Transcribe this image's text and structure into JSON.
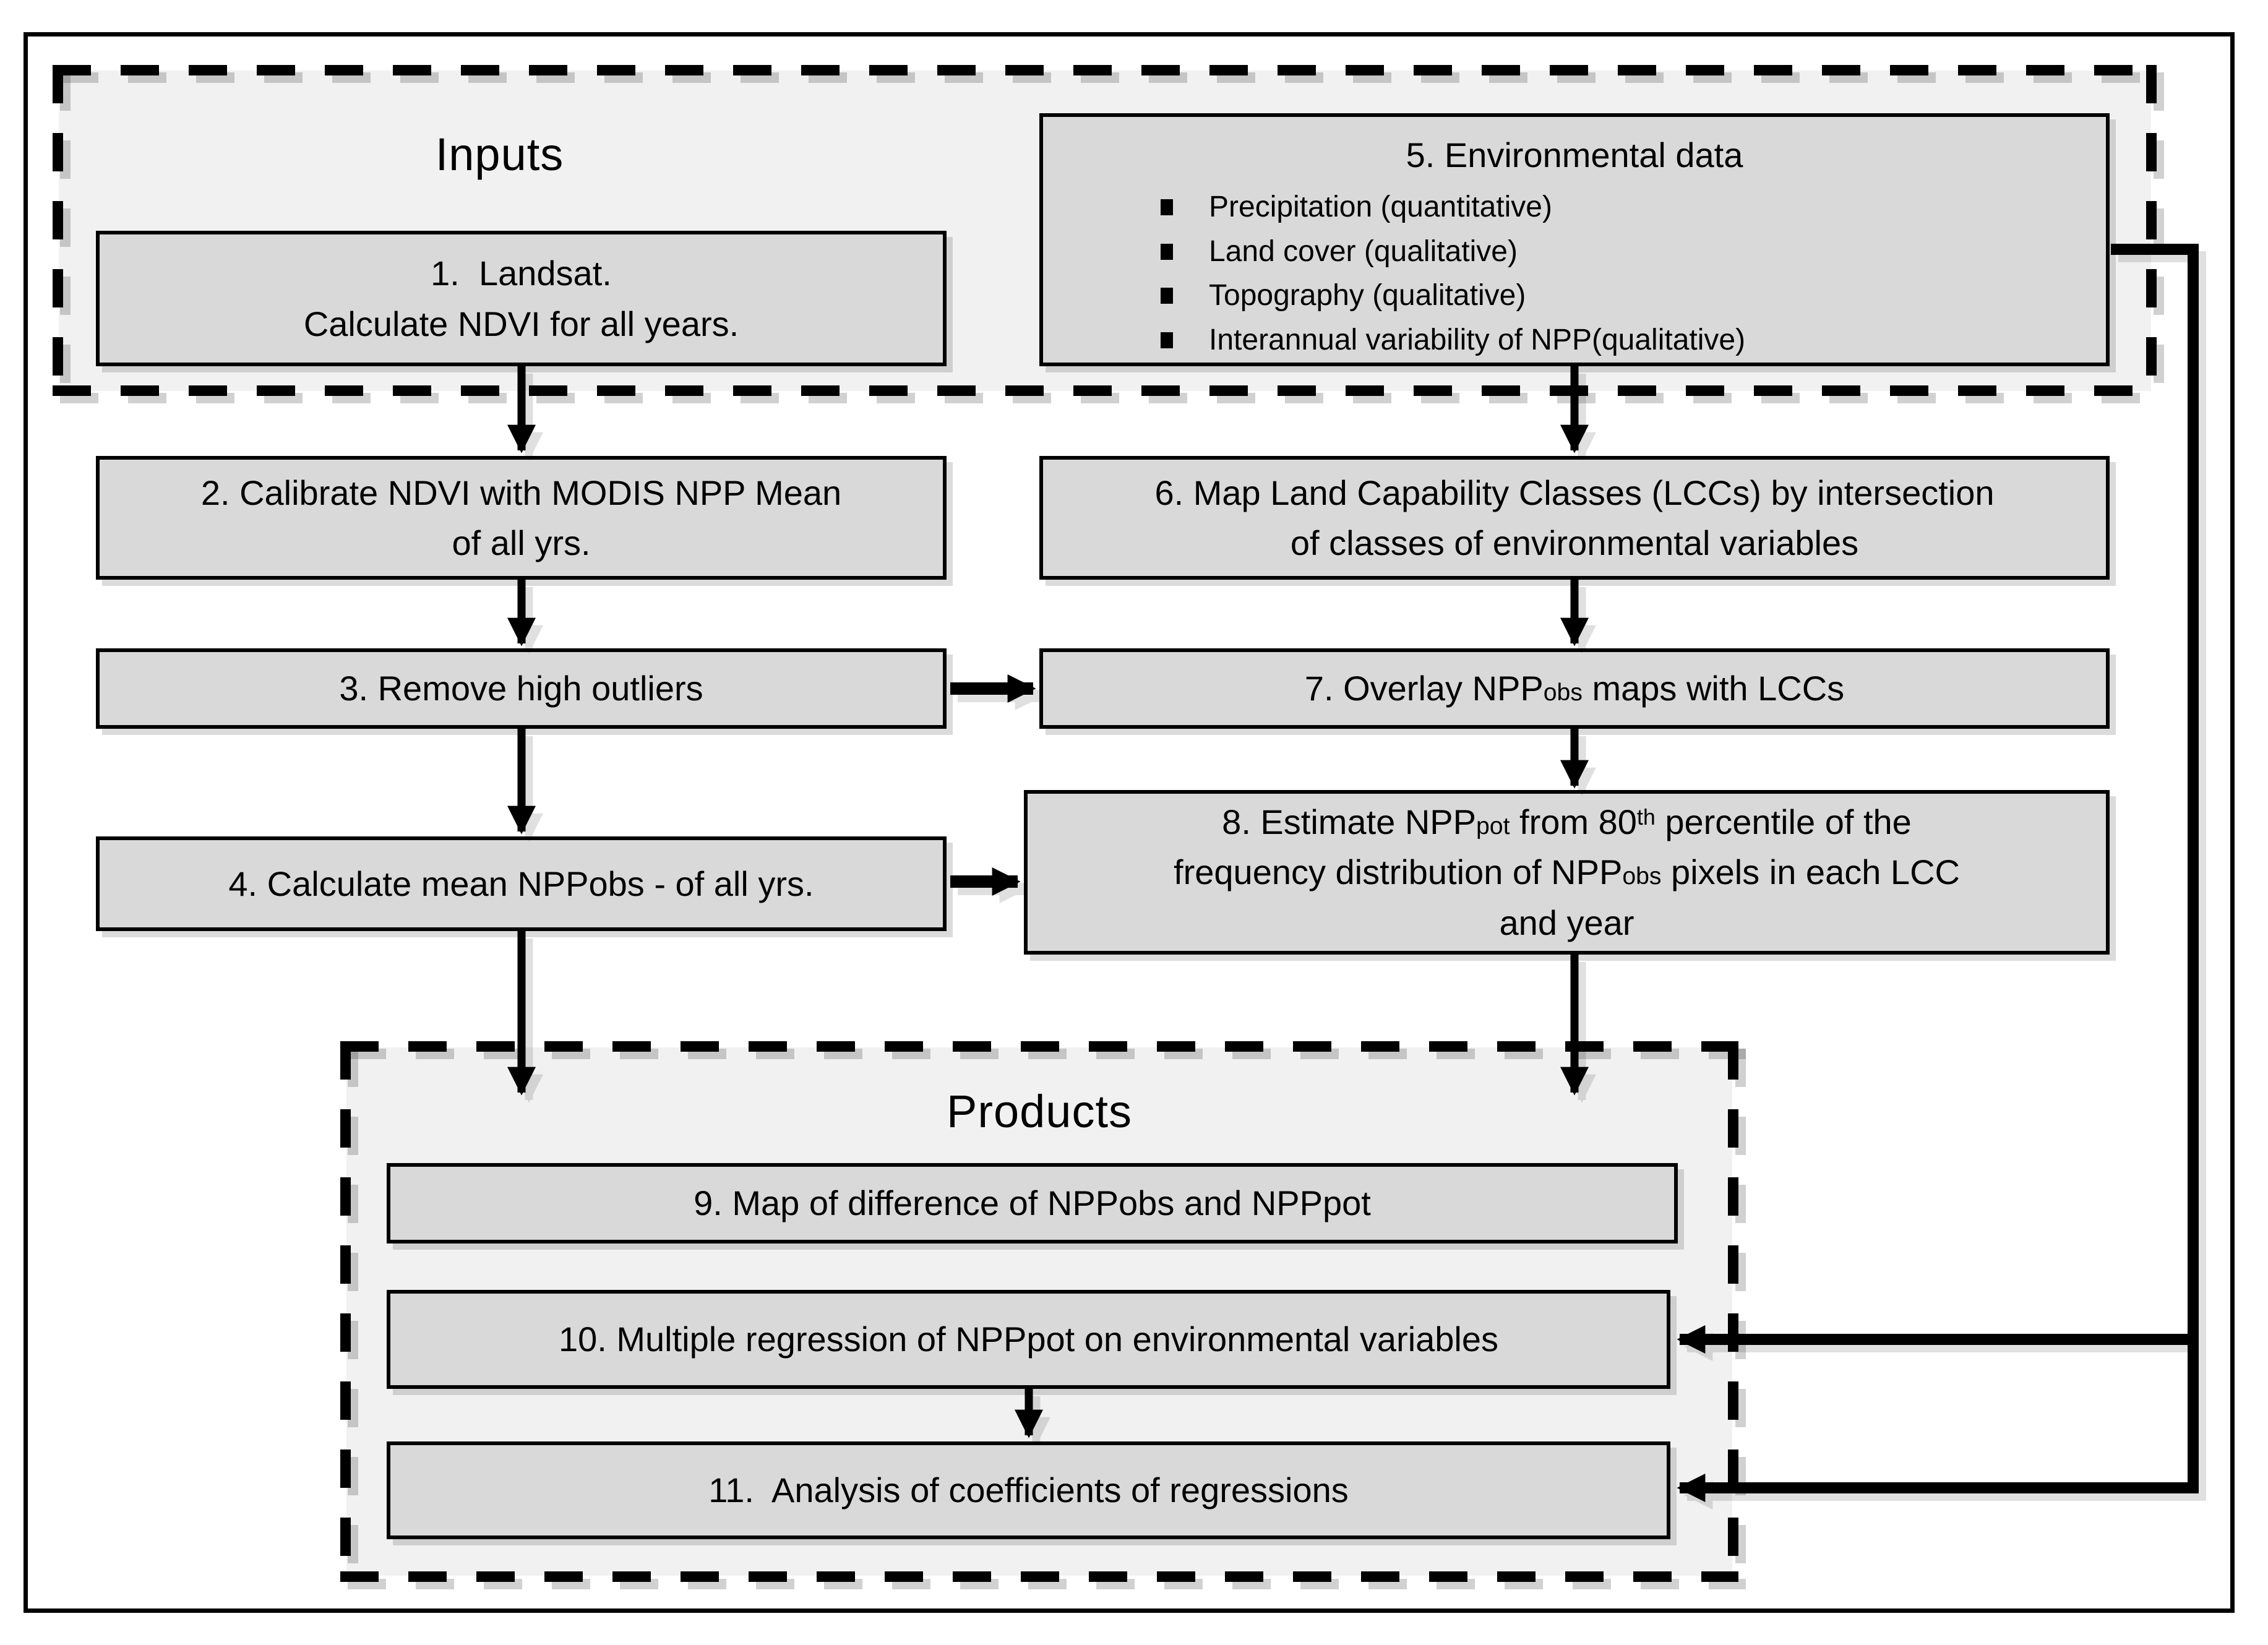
{
  "diagram": {
    "type": "flowchart",
    "colors": {
      "box_fill": "#d9d9d9",
      "section_fill": "#f1f1f1",
      "line_color": "#000000",
      "page_background": "#ffffff"
    },
    "inputs": {
      "title": "Inputs"
    },
    "products": {
      "title": "Products"
    },
    "boxes": {
      "box1": {
        "line1": "1.  Landsat.",
        "line2": "Calculate NDVI for all years."
      },
      "box2": {
        "line1": "2. Calibrate NDVI with MODIS NPP Mean",
        "line2": "of all yrs."
      },
      "box3": {
        "text": "3. Remove high outliers"
      },
      "box4": {
        "text": "4. Calculate mean NPPobs - of all yrs."
      },
      "box5": {
        "title": "5. Environmental data",
        "bullets": [
          "Precipitation (quantitative)",
          "Land cover (qualitative)",
          "Topography (qualitative)",
          "Interannual variability of NPP(qualitative)"
        ]
      },
      "box6": {
        "line1": "6. Map Land Capability Classes (LCCs) by intersection",
        "line2": "of classes of environmental variables"
      },
      "box7": {
        "seg_a": "7. Overlay NPP",
        "seg_sub_obs": "obs",
        "seg_b": " maps with LCCs"
      },
      "box8": {
        "l1a": "8. Estimate NPP",
        "l1_sub_pot": "pot",
        "l1b": " from 80",
        "l1_sup_th": "th",
        "l1c": " percentile of the",
        "l2a": "frequency distribution of NPP",
        "l2_sub_obs": "obs",
        "l2b": " pixels in each LCC",
        "l3": "and year"
      },
      "box9": {
        "text": "9. Map of difference of NPPobs and NPPpot"
      },
      "box10": {
        "text": "10. Multiple regression of NPPpot on environmental variables"
      },
      "box11": {
        "text": "11.  Analysis of coefficients of regressions"
      }
    }
  }
}
